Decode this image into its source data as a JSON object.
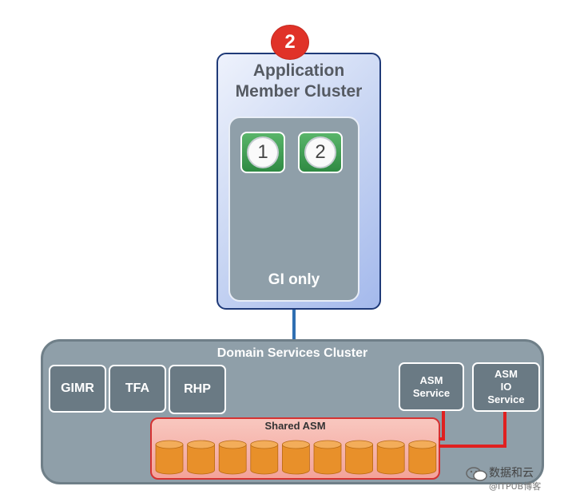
{
  "application_cluster": {
    "badge": "2",
    "title_line1": "Application",
    "title_line2": "Member Cluster",
    "nodes": [
      "1",
      "2"
    ],
    "gi_label": "GI only"
  },
  "domain_services_cluster": {
    "title": "Domain Services Cluster",
    "services": {
      "gimr": "GIMR",
      "tfa": "TFA",
      "rhp": "RHP",
      "asm_line1": "ASM",
      "asm_line2": "Service",
      "asm_io_line1": "ASM",
      "asm_io_line2": "IO",
      "asm_io_line3": "Service"
    },
    "shared_asm_label": "Shared ASM",
    "disk_count": 9
  },
  "watermark": {
    "title": "数据和云",
    "subtitle": "@ITPUB博客"
  },
  "colors": {
    "badge": "#e03228",
    "cluster_border": "#1f3a78",
    "node_green": "#3a9b50",
    "dsc_fill": "#8f9fa9",
    "service_fill": "#6a7a84",
    "shared_asm_border": "#d53232",
    "disk": "#e8902a",
    "link_red": "#e02020",
    "connector_blue": "#2f6fb2"
  }
}
